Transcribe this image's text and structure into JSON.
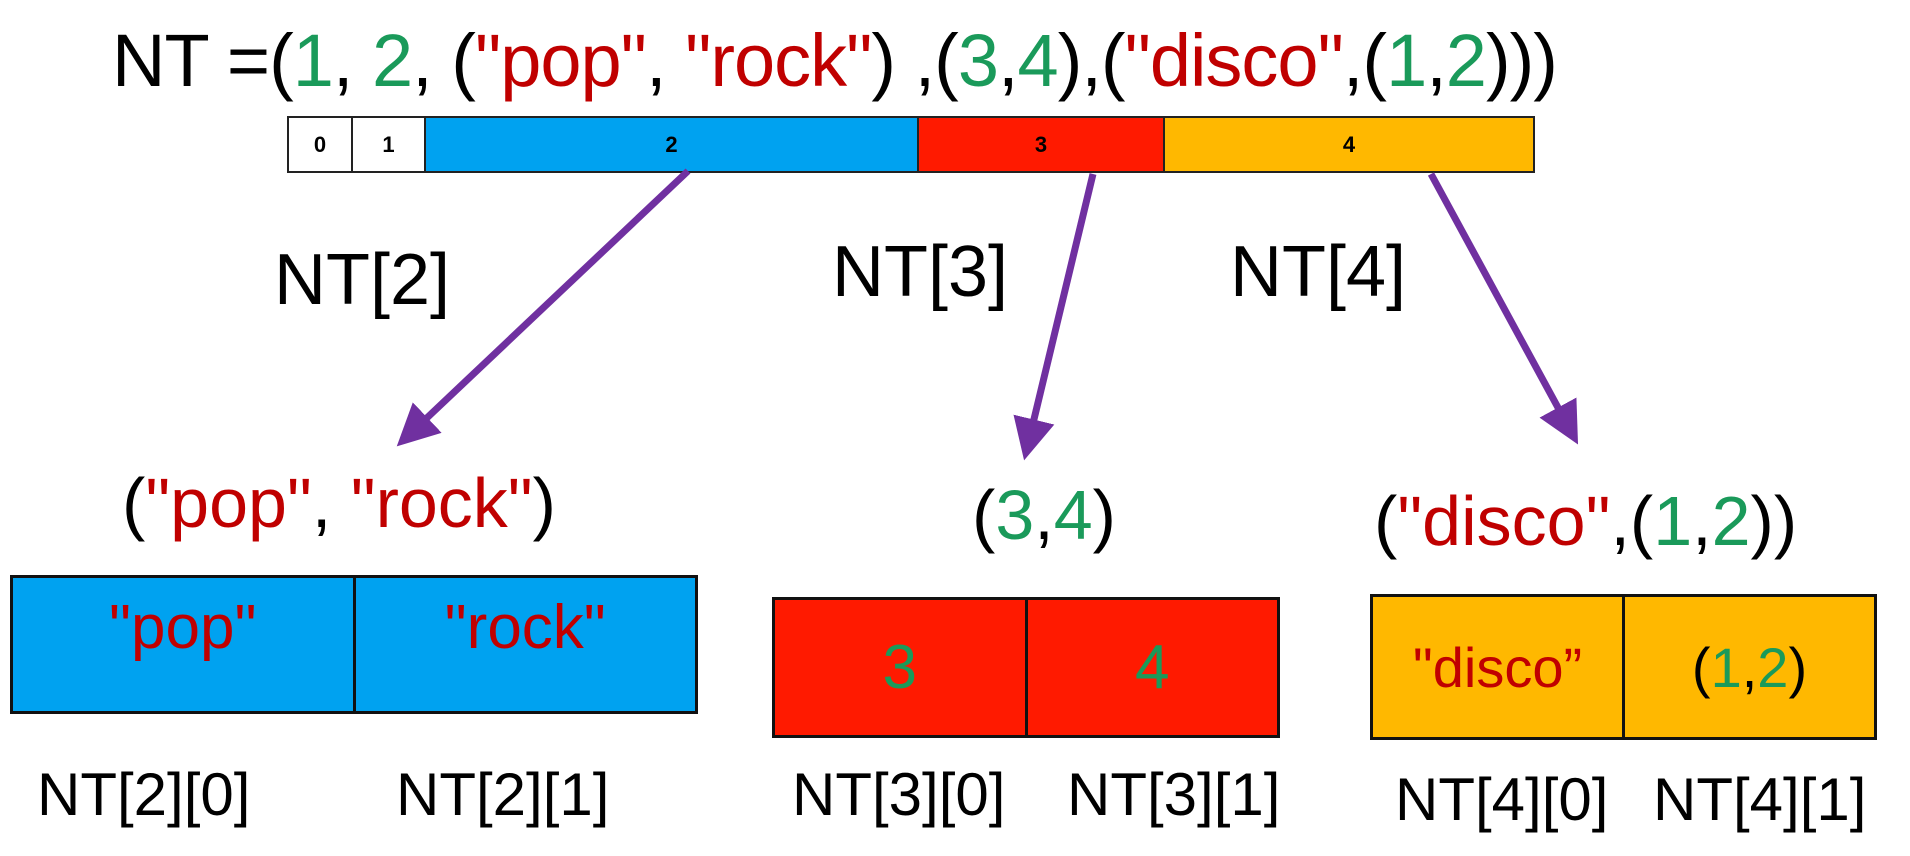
{
  "title": [
    {
      "t": "NT =(",
      "c": "k"
    },
    {
      "t": "1",
      "c": "g"
    },
    {
      "t": ", ",
      "c": "k"
    },
    {
      "t": "2",
      "c": "g"
    },
    {
      "t": ", (",
      "c": "k"
    },
    {
      "t": "\"pop\"",
      "c": "r"
    },
    {
      "t": ", ",
      "c": "k"
    },
    {
      "t": "\"rock\"",
      "c": "r"
    },
    {
      "t": ") ,(",
      "c": "k"
    },
    {
      "t": "3",
      "c": "g"
    },
    {
      "t": ",",
      "c": "k"
    },
    {
      "t": "4",
      "c": "g"
    },
    {
      "t": "),(",
      "c": "k"
    },
    {
      "t": "\"disco\"",
      "c": "r"
    },
    {
      "t": ",(",
      "c": "k"
    },
    {
      "t": "1",
      "c": "g"
    },
    {
      "t": ",",
      "c": "k"
    },
    {
      "t": "2",
      "c": "g"
    },
    {
      "t": ")))",
      "c": "k"
    }
  ],
  "index_bar": {
    "cells": [
      "0",
      "1",
      "2",
      "3",
      "4"
    ]
  },
  "colors": {
    "blue": "#00a2f0",
    "red": "#ff1a00",
    "orange": "#ffb800",
    "arrow": "#7030a0",
    "green": "#1a9a5a",
    "text_red": "#c00000"
  },
  "index_labels": [
    "NT[2]",
    "NT[3]",
    "NT[4]"
  ],
  "tuples": {
    "t2": [
      {
        "t": "(",
        "c": "k"
      },
      {
        "t": "\"pop\"",
        "c": "r"
      },
      {
        "t": ", ",
        "c": "k"
      },
      {
        "t": "\"rock\"",
        "c": "r"
      },
      {
        "t": ")",
        "c": "k"
      }
    ],
    "t3": [
      {
        "t": "(",
        "c": "k"
      },
      {
        "t": "3",
        "c": "g"
      },
      {
        "t": ",",
        "c": "k"
      },
      {
        "t": "4",
        "c": "g"
      },
      {
        "t": ")",
        "c": "k"
      }
    ],
    "t4": [
      {
        "t": "(",
        "c": "k"
      },
      {
        "t": "\"disco\"",
        "c": "r"
      },
      {
        "t": ",(",
        "c": "k"
      },
      {
        "t": "1",
        "c": "g"
      },
      {
        "t": ",",
        "c": "k"
      },
      {
        "t": "2",
        "c": "g"
      },
      {
        "t": "))",
        "c": "k"
      }
    ]
  },
  "boxes": {
    "b2": [
      [
        {
          "t": "\"pop\"",
          "c": "r"
        }
      ],
      [
        {
          "t": "\"rock\"",
          "c": "r"
        }
      ]
    ],
    "b3": [
      [
        {
          "t": "3",
          "c": "g"
        }
      ],
      [
        {
          "t": "4",
          "c": "g"
        }
      ]
    ],
    "b4": [
      [
        {
          "t": "\"disco”",
          "c": "r"
        }
      ],
      [
        {
          "t": "(",
          "c": "k"
        },
        {
          "t": "1",
          "c": "g"
        },
        {
          "t": ",",
          "c": "k"
        },
        {
          "t": "2",
          "c": "g"
        },
        {
          "t": ")",
          "c": "k"
        }
      ]
    ]
  },
  "sub_labels": [
    "NT[2][0]",
    "NT[2][1]",
    "NT[3][0]",
    "NT[3][1]",
    "NT[4][0]",
    "NT[4][1]"
  ]
}
